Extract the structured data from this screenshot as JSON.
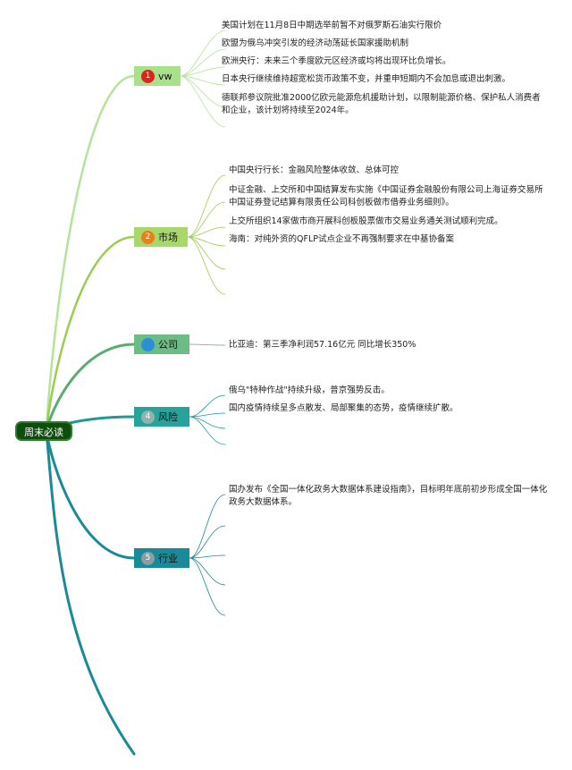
{
  "root": {
    "label": "周末必读"
  },
  "branches": [
    {
      "label": "vw",
      "badge": "1",
      "color": "#a8e08c",
      "badge_color": "#d9261c",
      "line_color": "#b4e39a",
      "items": [
        "美国计划在11月8日中期选举前暂不对俄罗斯石油实行限价",
        "欧盟为俄乌冲突引发的经济动荡延长国家援助机制",
        "欧洲央行：未来三个季度欧元区经济或均将出现环比负增长。",
        "日本央行继续维持超宽松货币政策不变，并重申短期内不会加息或退出刺激。",
        "德联邦参议院批准2000亿欧元能源危机援助计划，以限制能源价格、保护私人消费者和企业，该计划将持续至2024年。"
      ]
    },
    {
      "label": "市场",
      "badge": "2",
      "color": "#a8d86a",
      "badge_color": "#e8801c",
      "line_color": "#9ccc52",
      "items": [
        "中国央行行长：金融风险整体收敛、总体可控",
        "中证金融、上交所和中国结算发布实施《中国证券金融股份有限公司上海证券交易所中国证券登记结算有限责任公司科创板做市借券业务细则》。",
        "上交所组织14家做市商开展科创板股票做市交易业务通关测试顺利完成。",
        "海南：对纯外资的QFLP试点企业不再强制要求在中基协备案"
      ]
    },
    {
      "label": "公司",
      "badge": "",
      "color": "#6dbb85",
      "badge_color": "#2a8fd6",
      "line_color": "#5aab74",
      "items": [
        "比亚迪：第三季净利润57.16亿元 同比增长350%"
      ]
    },
    {
      "label": "风险",
      "badge": "4",
      "color": "#27a39b",
      "badge_color": "#8fb4b0",
      "line_color": "#1e9a92",
      "items": [
        "俄乌\"特种作战\"持续升级，普京强势反击。",
        "国内疫情持续呈多点散发、局部聚集的态势，疫情继续扩散。"
      ]
    },
    {
      "label": "行业",
      "badge": "5",
      "color": "#1a8a99",
      "badge_color": "#8a9ea3",
      "line_color": "#1a8a99",
      "items": [
        "国办发布《全国一体化政务大数据体系建设指南》，目标明年底前初步形成全国一体化政务大数据体系。"
      ]
    }
  ]
}
